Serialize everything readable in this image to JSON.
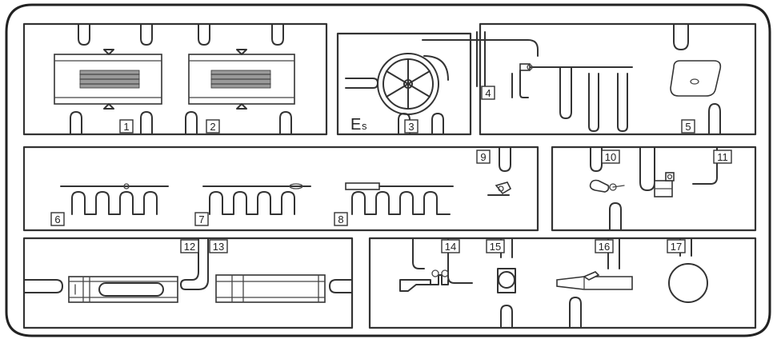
{
  "sprue": {
    "code_letter": "E",
    "code_subscript": "s"
  },
  "parts": [
    {
      "label": "1"
    },
    {
      "label": "2"
    },
    {
      "label": "3"
    },
    {
      "label": "4"
    },
    {
      "label": "5"
    },
    {
      "label": "6"
    },
    {
      "label": "7"
    },
    {
      "label": "8"
    },
    {
      "label": "9"
    },
    {
      "label": "10"
    },
    {
      "label": "11"
    },
    {
      "label": "12"
    },
    {
      "label": "13"
    },
    {
      "label": "14"
    },
    {
      "label": "15"
    },
    {
      "label": "16"
    },
    {
      "label": "17"
    }
  ]
}
